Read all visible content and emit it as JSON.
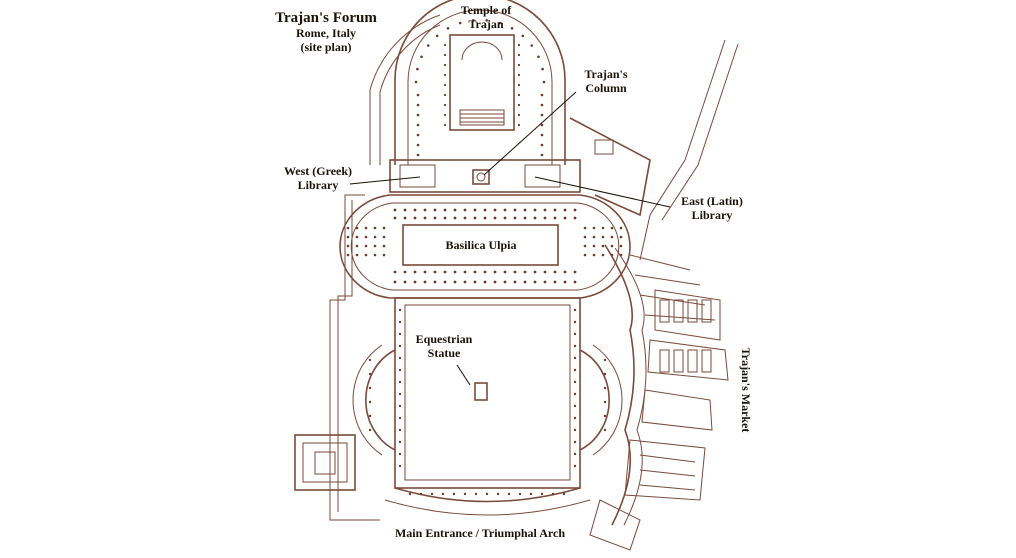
{
  "title": {
    "main": "Trajan's Forum",
    "line2": "Rome, Italy",
    "line3": "(site plan)"
  },
  "labels": {
    "temple": [
      "Temple of",
      "Trajan"
    ],
    "column": [
      "Trajan's",
      "Column"
    ],
    "west_library": [
      "West (Greek)",
      "Library"
    ],
    "east_library": [
      "East (Latin)",
      "Library"
    ],
    "basilica": "Basilica Ulpia",
    "statue": [
      "Equestrian",
      "Statue"
    ],
    "market": "Trajan's Market",
    "entrance": "Main Entrance / Triumphal Arch"
  },
  "colors": {
    "ink": "#7a4a3a",
    "text": "#1a1208"
  }
}
